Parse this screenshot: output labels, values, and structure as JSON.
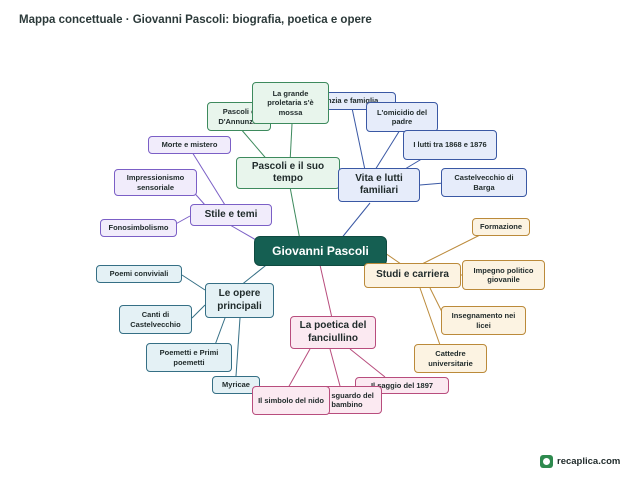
{
  "title": "Mappa concettuale · Giovanni Pascoli: biografia, poetica e opere",
  "center": "Giovanni Pascoli",
  "branches": {
    "tempo": {
      "label": "Pascoli e il suo tempo",
      "children": [
        "Pascoli e D'Annunzio",
        "La grande proletaria s'è mossa"
      ]
    },
    "vita": {
      "label": "Vita e lutti familiari",
      "children": [
        "Infanzia e famiglia",
        "L'omicidio del padre",
        "I lutti tra 1868 e 1876",
        "Castelvecchio di Barga"
      ]
    },
    "stile": {
      "label": "Stile e temi",
      "children": [
        "Morte e mistero",
        "Impressionismo sensoriale",
        "Fonosimbolismo"
      ]
    },
    "studi": {
      "label": "Studi e carriera",
      "children": [
        "Formazione",
        "Impegno politico giovanile",
        "Insegnamento nei licei",
        "Cattedre universitarie"
      ]
    },
    "opere": {
      "label": "Le opere principali",
      "children": [
        "Poemi conviviali",
        "Canti di Castelvecchio",
        "Poemetti e Primi poemetti",
        "Myricae"
      ]
    },
    "poetica": {
      "label": "La poetica del fanciullino",
      "children": [
        "Il saggio del 1897",
        "Lo sguardo del bambino",
        "Il simbolo del nido"
      ]
    }
  },
  "brand": "recaplica.com",
  "colors": {
    "center": "#155f52",
    "green": "#3d8a5d",
    "purple": "#7b5fc6",
    "blue": "#3a58a4",
    "orange": "#bb8a3a",
    "pink": "#b84d7d",
    "teal": "#356f85"
  }
}
